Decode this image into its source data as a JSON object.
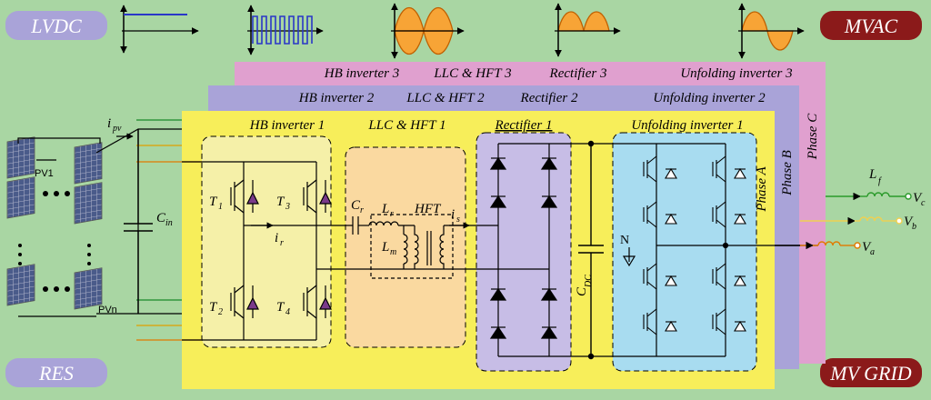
{
  "badges": {
    "lvdc": "LVDC",
    "mvac": "MVAC",
    "res": "RES",
    "mvgrid": "MV GRID"
  },
  "stages": {
    "p3": {
      "hb": "HB inverter 3",
      "llc": "LLC & HFT 3",
      "rect": "Rectifier 3",
      "unf": "Unfolding inverter 3"
    },
    "p2": {
      "hb": "HB inverter 2",
      "llc": "LLC & HFT 2",
      "rect": "Rectifier 2",
      "unf": "Unfolding inverter 2"
    },
    "p1": {
      "hb": "HB inverter 1",
      "llc": "LLC & HFT 1",
      "rect": "Rectifier 1",
      "unf": "Unfolding inverter 1"
    }
  },
  "phases": {
    "a": "Phase A",
    "b": "Phase B",
    "c": "Phase C"
  },
  "pv": {
    "pv1": "PV1",
    "pvn": "PVn",
    "ipv": "i",
    "ipv_sub": "pv"
  },
  "components": {
    "cin": "C",
    "cin_sub": "in",
    "t1": "T",
    "t1_sub": "1",
    "t2": "T",
    "t2_sub": "2",
    "t3": "T",
    "t3_sub": "3",
    "t4": "T",
    "t4_sub": "4",
    "ir": "i",
    "ir_sub": "r",
    "cr": "C",
    "cr_sub": "r",
    "lr": "L",
    "lr_sub": "r",
    "lm": "L",
    "lm_sub": "m",
    "hft": "HFT",
    "is": "i",
    "is_sub": "s",
    "cdc": "C",
    "cdc_sub": "DC",
    "n": "N",
    "lf": "L",
    "lf_sub": "f"
  },
  "outputs": {
    "vc": "V",
    "vc_sub": "c",
    "vb": "V",
    "vb_sub": "b",
    "va": "V",
    "va_sub": "a"
  },
  "colors": {
    "background": "#a9d6a3",
    "phase_a": "#f7ee5a",
    "phase_b": "#a9a3d8",
    "phase_c": "#e0a0cf",
    "badge_blue": "#a9a3d8",
    "badge_red": "#8b1a1a",
    "wave_orange": "#f7a436",
    "wave_blue": "#2a37c8"
  }
}
